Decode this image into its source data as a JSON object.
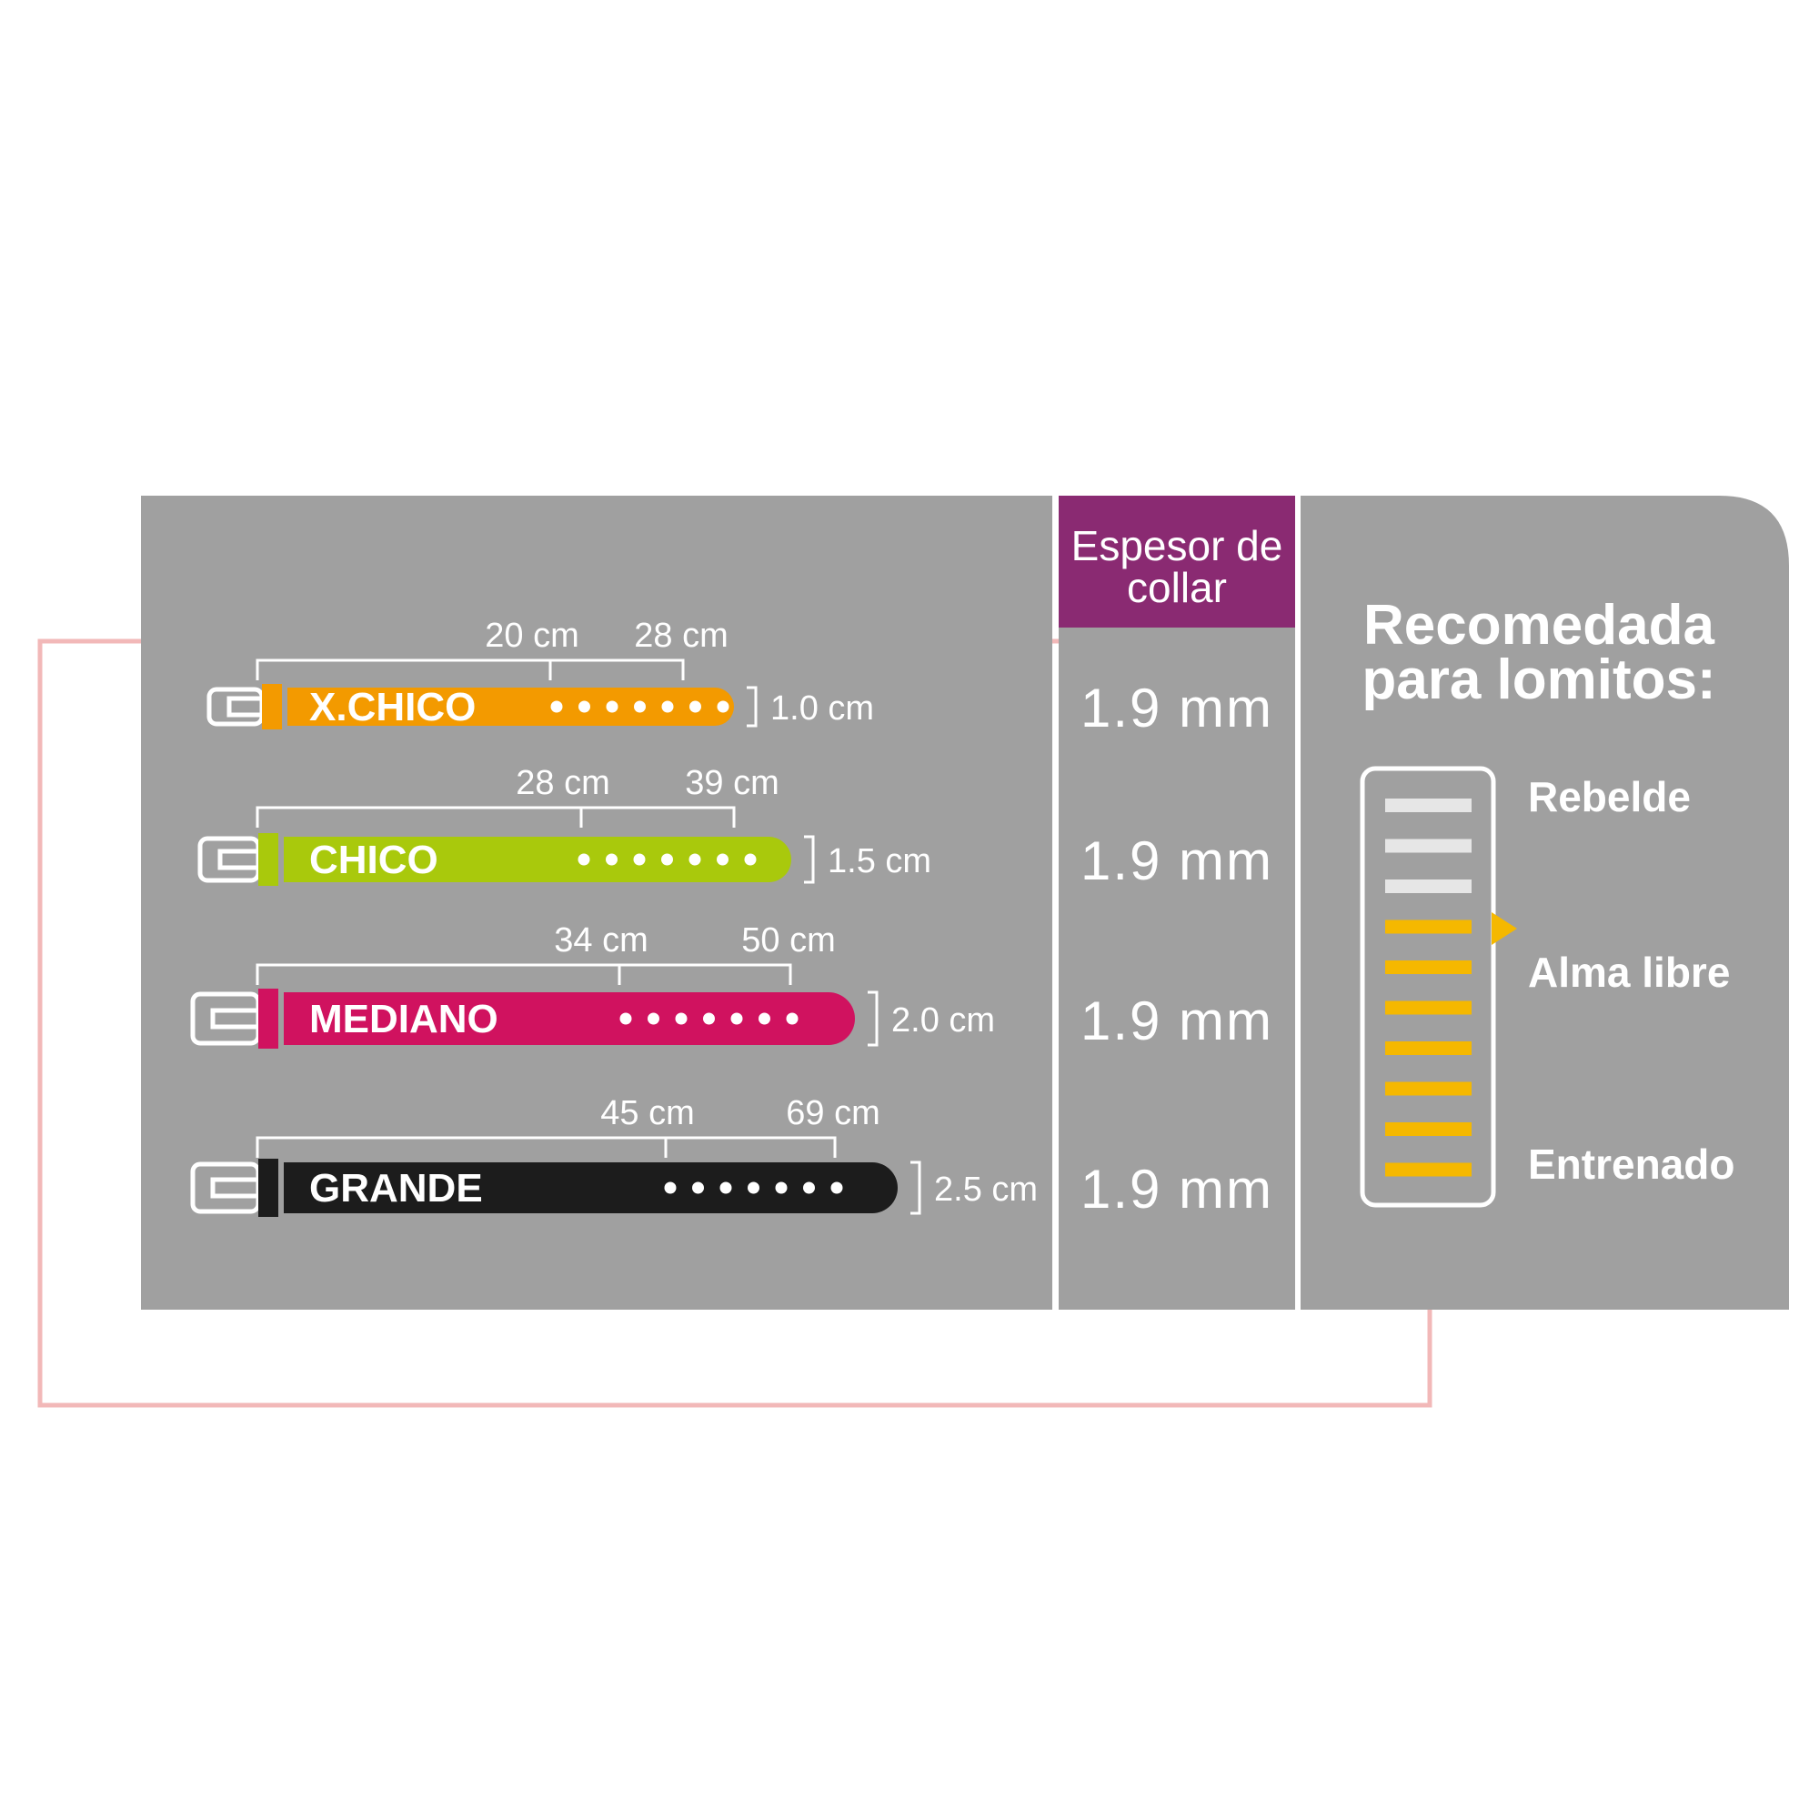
{
  "colors": {
    "panel": "#a0a0a0",
    "header": "#8a2a72",
    "outline": "#f2b8b8",
    "white": "#ffffff",
    "level_off": "#e6e6e6",
    "level_on": "#f5b800",
    "indicator": "#f5b800"
  },
  "collars": [
    {
      "name": "X.CHICO",
      "min": "20 cm",
      "max": "28 cm",
      "width_label": "1.0 cm",
      "thickness": "1.9 mm",
      "color": "#f39a00",
      "holes": 7
    },
    {
      "name": "CHICO",
      "min": "28 cm",
      "max": "39 cm",
      "width_label": "1.5 cm",
      "thickness": "1.9 mm",
      "color": "#a9c90c",
      "holes": 7
    },
    {
      "name": "MEDIANO",
      "min": "34 cm",
      "max": "50 cm",
      "width_label": "2.0 cm",
      "thickness": "1.9 mm",
      "color": "#d0125f",
      "holes": 7
    },
    {
      "name": "GRANDE",
      "min": "45 cm",
      "max": "69 cm",
      "width_label": "2.5 cm",
      "thickness": "1.9 mm",
      "color": "#1c1c1c",
      "holes": 7
    }
  ],
  "thickness_header": {
    "line1": "Espesor de",
    "line2": "collar"
  },
  "recommendation": {
    "title_line1": "Recomedada",
    "title_line2": "para lomitos:",
    "levels": {
      "top": "Rebelde",
      "middle": "Alma libre",
      "bottom": "Entrenado"
    },
    "total_bars": 10,
    "active_bars": 7
  }
}
